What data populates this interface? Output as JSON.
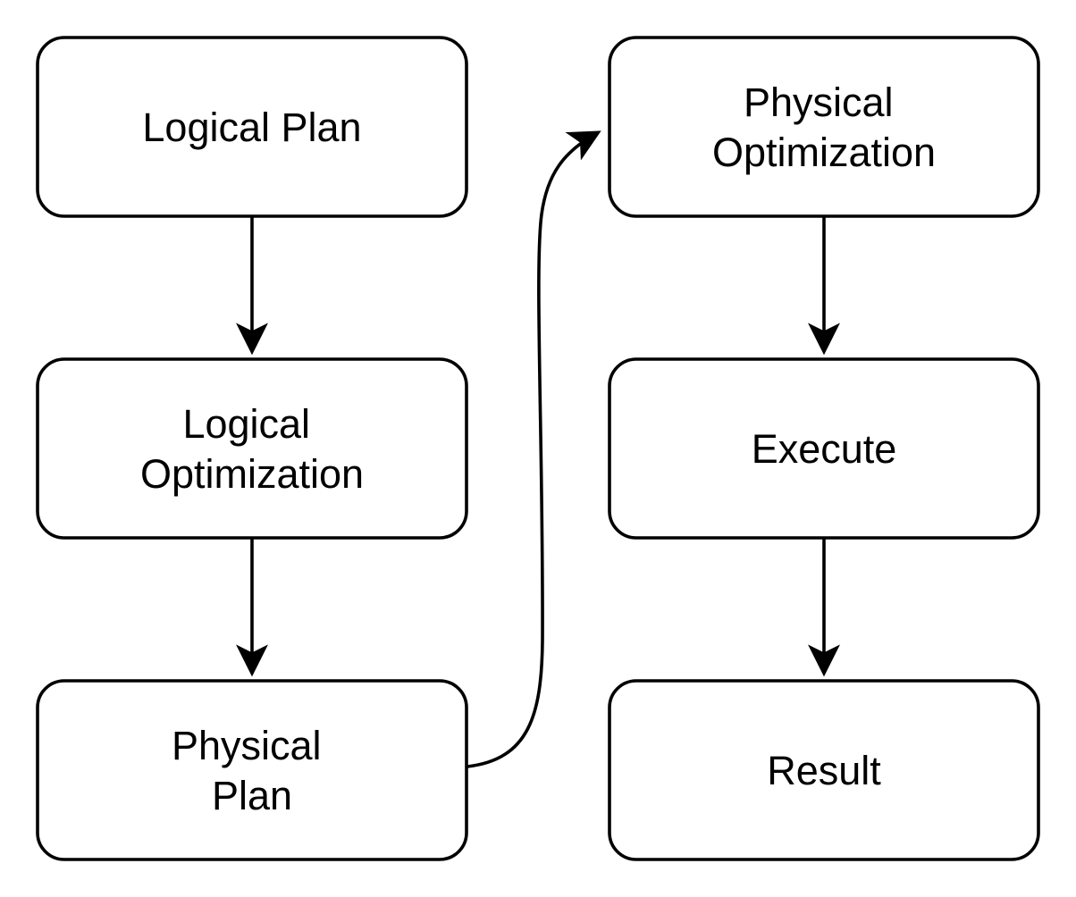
{
  "diagram": {
    "type": "flowchart",
    "background_color": "#ffffff",
    "node_fill_color": "#ffffff",
    "node_stroke_color": "#000000",
    "text_color": "#000000",
    "nodes": [
      {
        "id": "logical-plan",
        "lines": [
          "Logical Plan"
        ]
      },
      {
        "id": "logical-optimization",
        "lines": [
          "Logical",
          "Optimization"
        ]
      },
      {
        "id": "physical-plan",
        "lines": [
          "Physical",
          "Plan"
        ]
      },
      {
        "id": "physical-optimization",
        "lines": [
          "Physical",
          "Optimization"
        ]
      },
      {
        "id": "execute",
        "lines": [
          "Execute"
        ]
      },
      {
        "id": "result",
        "lines": [
          "Result"
        ]
      }
    ],
    "edges": [
      {
        "from": "logical-plan",
        "to": "logical-optimization",
        "style": "straight-down"
      },
      {
        "from": "logical-optimization",
        "to": "physical-plan",
        "style": "straight-down"
      },
      {
        "from": "physical-plan",
        "to": "physical-optimization",
        "style": "s-curve-right-up"
      },
      {
        "from": "physical-optimization",
        "to": "execute",
        "style": "straight-down"
      },
      {
        "from": "execute",
        "to": "result",
        "style": "straight-down"
      }
    ]
  }
}
